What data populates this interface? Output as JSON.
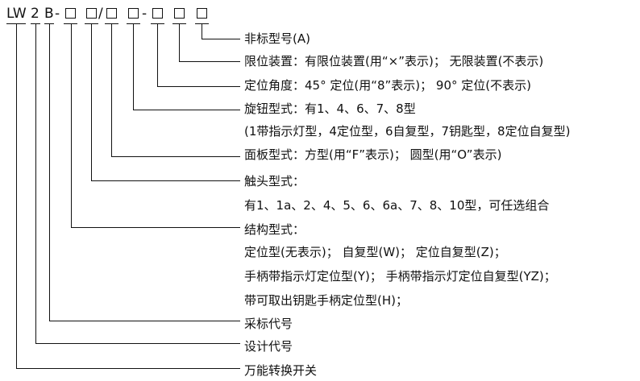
{
  "code": {
    "lw": "LW",
    "two": "2",
    "b": "B",
    "dash1": "-",
    "slash": "/",
    "dash2": "-"
  },
  "items": [
    {
      "label": "非标型号(A)"
    },
    {
      "label": "限位装置：有限位装置(用“×”表示)；  无限装置(不表示)"
    },
    {
      "label": "定位角度：45° 定位(用“8”表示)；  90° 定位(不表示)"
    },
    {
      "label": "旋钮型式：有1、4、6、7、8型",
      "sub": "(1带指示灯型，4定位型，6自复型，7钥匙型，8定位自复型)"
    },
    {
      "label": "面板型式：方型(用“F”表示)；  圆型(用“O”表示)"
    },
    {
      "label": "触头型式：",
      "sub": "有1、1a、2、4、5、6、6a、7、8、10型，可任选组合"
    },
    {
      "label": "结构型式：",
      "sub": "定位型(无表示)；  自复型(W)；  定位自复型(Z)；",
      "sub2": "手柄带指示灯定位型(Y)；  手柄带指示灯定位自复型(YZ)；",
      "sub3": "带可取出钥匙手柄定位型(H)；"
    },
    {
      "label": "采标代号"
    },
    {
      "label": "设计代号"
    },
    {
      "label": "万能转换开关"
    }
  ]
}
